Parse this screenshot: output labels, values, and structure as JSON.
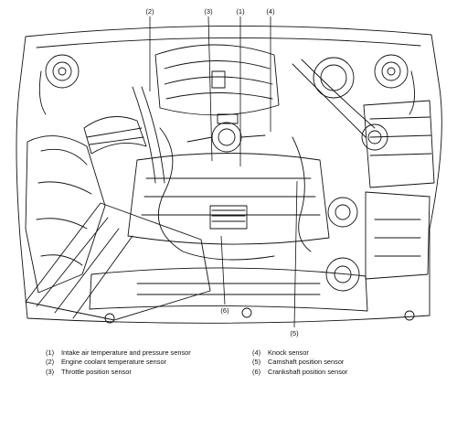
{
  "callouts": [
    {
      "num": "(1)"
    },
    {
      "num": "(2)"
    },
    {
      "num": "(3)"
    },
    {
      "num": "(4)"
    },
    {
      "num": "(5)"
    },
    {
      "num": "(6)"
    }
  ],
  "legend": {
    "items": [
      {
        "num": "(1)",
        "text": "Intake air temperature and pressure sensor"
      },
      {
        "num": "(2)",
        "text": "Engine coolant temperature sensor"
      },
      {
        "num": "(3)",
        "text": "Throttle position sensor"
      },
      {
        "num": "(4)",
        "text": "Knock sensor"
      },
      {
        "num": "(5)",
        "text": "Camshaft position sensor"
      },
      {
        "num": "(6)",
        "text": "Crankshaft position sensor"
      }
    ]
  }
}
